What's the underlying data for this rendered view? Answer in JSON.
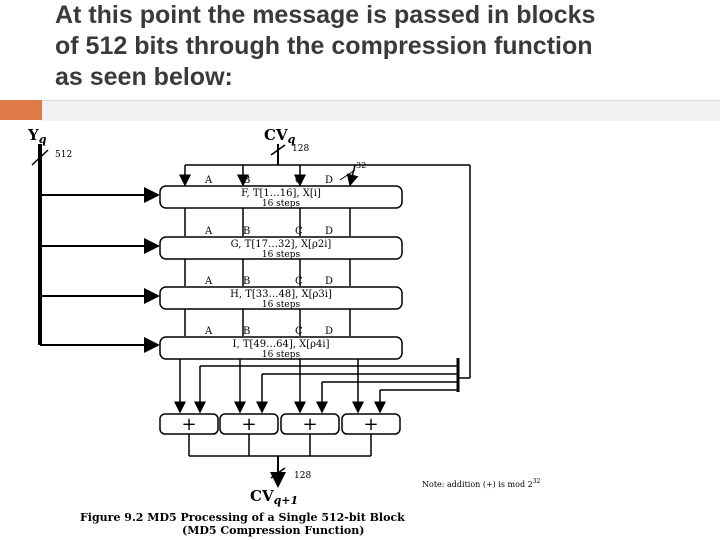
{
  "slide": {
    "title_lines": [
      "At this point the message is passed in blocks",
      "of 512 bits through the compression function",
      "as seen below:"
    ],
    "accent_color": "#e07a47"
  },
  "diagram": {
    "input_block": "Y",
    "input_block_sub": "q",
    "input_width": "512",
    "chain_in": "CV",
    "chain_in_sub": "q",
    "chain_in_width": "128",
    "bus_width": "32",
    "round_boxes": [
      {
        "regs": [
          "A",
          "B",
          "C",
          "D"
        ],
        "func": "F, T[1…16], X[i]",
        "steps": "16 steps"
      },
      {
        "regs": [
          "A",
          "B",
          "C",
          "D"
        ],
        "func": "G, T[17…32], X[ρ2i]",
        "steps": "16 steps"
      },
      {
        "regs": [
          "A",
          "B",
          "C",
          "D"
        ],
        "func": "H, T[33…48], X[ρ3i]",
        "steps": "16 steps"
      },
      {
        "regs": [
          "A",
          "B",
          "C",
          "D"
        ],
        "func": "I, T[49…64], X[ρ4i]",
        "steps": "16 steps"
      }
    ],
    "adders": [
      "+",
      "+",
      "+",
      "+"
    ],
    "out_width": "128",
    "chain_out": "CV",
    "chain_out_sub": "q+1",
    "note": "Note: addition (+) is mod 2",
    "note_exp": "32",
    "figure_caption": "Figure 9.2   MD5 Processing of a Single 512-bit Block",
    "figure_subcaption": "(MD5 Compression Function)"
  }
}
